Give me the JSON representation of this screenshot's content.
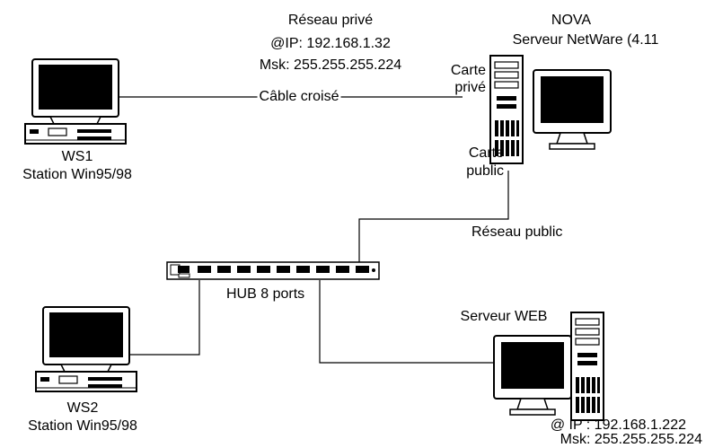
{
  "private_network": {
    "title": "Réseau privé",
    "ip": "@IP: 192.168.1.32",
    "mask": "Msk: 255.255.255.224",
    "cable": "Câble croisé"
  },
  "nova": {
    "name": "NOVA",
    "description": "Serveur  NetWare (4.11",
    "card_private_1": "Carte",
    "card_private_2": "privé",
    "card_public_1": "Carte",
    "card_public_2": "public"
  },
  "public_network": {
    "label": "Réseau public"
  },
  "hub": {
    "label": "HUB 8 ports"
  },
  "ws1": {
    "name": "WS1",
    "description": "Station Win95/98"
  },
  "ws2": {
    "name": "WS2",
    "description": "Station Win95/98"
  },
  "web_server": {
    "title": "Serveur WEB",
    "ip": "@ IP : 192.168.1.222",
    "mask": "Msk: 255.255.255.224"
  }
}
